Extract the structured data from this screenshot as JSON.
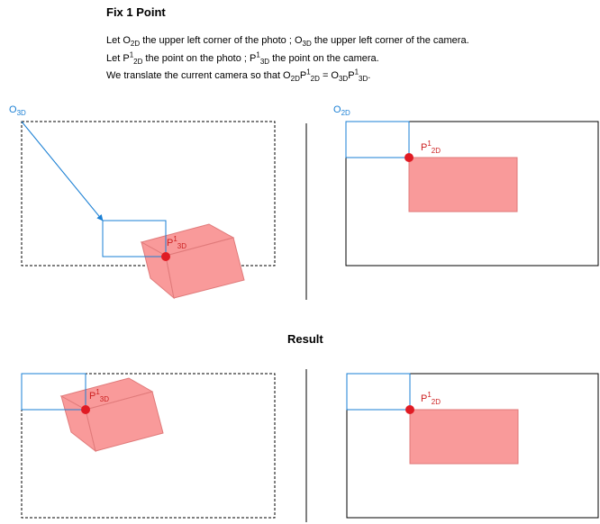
{
  "title": "Fix 1 Point",
  "description": {
    "line1": {
      "a": "Let O",
      "a_sub": "2D",
      "b": " the upper left corner of the photo ; O",
      "b_sub": "3D",
      "c": " the upper left corner of the camera."
    },
    "line2": {
      "a": "Let P",
      "a_sup": "1",
      "a_sub": "2D",
      "b": " the point on the photo ; P",
      "b_sup": "1",
      "b_sub": "3D",
      "c": " the point on the camera."
    },
    "line3": {
      "a": "We translate the current camera so that O",
      "a_sub": "2D",
      "b": "P",
      "b_sup": "1",
      "b_sub": "2D",
      "c": " = O",
      "c_sub": "3D",
      "d": "P",
      "d_sup": "1",
      "d_sub": "3D",
      "e": "."
    }
  },
  "result_label": "Result",
  "labels": {
    "o3d": {
      "main": "O",
      "sub": "3D"
    },
    "o2d": {
      "main": "O",
      "sub": "2D"
    },
    "p3d": {
      "main": "P",
      "sup": "1",
      "sub": "3D"
    },
    "p2d": {
      "main": "P",
      "sup": "1",
      "sub": "2D"
    }
  },
  "colors": {
    "blue": "#1a7fd4",
    "red_point": "#e01b24",
    "red_label": "#cc2020",
    "pink_fill": "#f99a9a",
    "pink_stroke": "#e07a7a",
    "frame": "#000000"
  }
}
